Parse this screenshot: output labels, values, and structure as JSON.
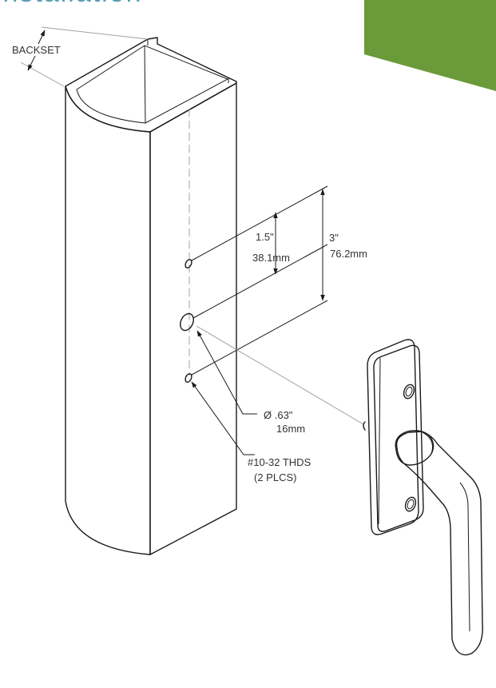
{
  "page": {
    "title_fragment": "Installation",
    "accent_color": "#6a9a3a",
    "title_color": "#5b9fb5"
  },
  "labels": {
    "backset": "BACKSET",
    "dim_small_in": "1.5\"",
    "dim_small_mm": "38.1mm",
    "dim_large_in": "3\"",
    "dim_large_mm": "76.2mm",
    "hole_dia_in": "Ø .63\"",
    "hole_dia_mm": "16mm",
    "thread_spec": "#10-32 THDS",
    "thread_qty": "(2 PLCS)"
  },
  "parts": {
    "post": "square-tube-post",
    "handle": "lever-handle-with-backplate"
  }
}
